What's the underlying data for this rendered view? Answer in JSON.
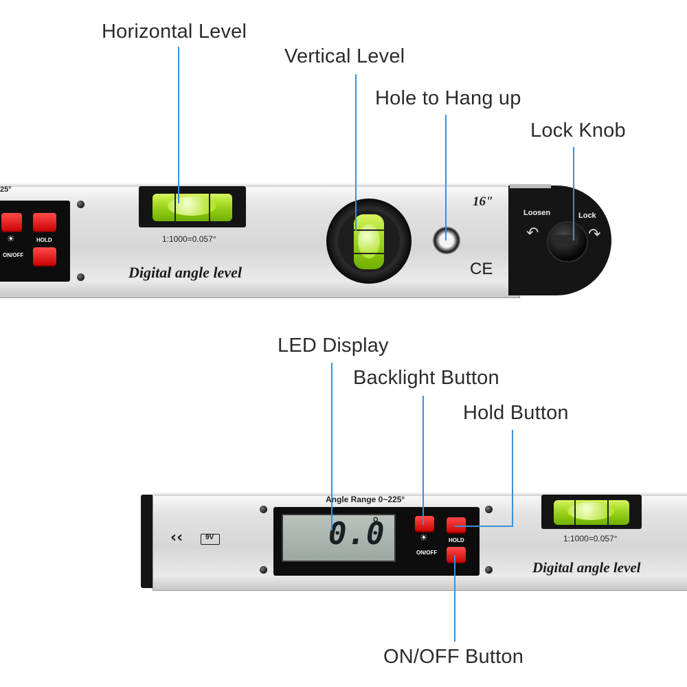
{
  "callouts": {
    "horizontal_level": "Horizontal Level",
    "vertical_level": "Vertical Level",
    "hole_to_hang_up": "Hole to Hang up",
    "lock_knob": "Lock Knob",
    "led_display": "LED Display",
    "backlight_button": "Backlight Button",
    "hold_button": "Hold Button",
    "onoff_button": "ON/OFF Button"
  },
  "top_tool": {
    "range_fragment": "25°",
    "accuracy": "1:1000=0.057°",
    "brand_text": "Digital angle level",
    "size": "16\"",
    "ce_mark": "CE",
    "knob_loosen": "Loosen",
    "knob_lock": "Lock",
    "hold_label": "HOLD",
    "onoff_label": "ON/OFF"
  },
  "bottom_tool": {
    "angle_range": "Angle Range 0~225°",
    "display_value": "0.0",
    "display_unit": "°",
    "hold_label": "HOLD",
    "onoff_label": "ON/OFF",
    "battery": "9V",
    "accuracy": "1:1000=0.057°",
    "brand_text": "Digital angle level"
  },
  "colors": {
    "callout_line": "#3a8fd8",
    "button_red": "#e01010",
    "vial_green": "#9fd61e",
    "body_silver": "#dcdcdc",
    "panel_black": "#0d0d0d"
  }
}
